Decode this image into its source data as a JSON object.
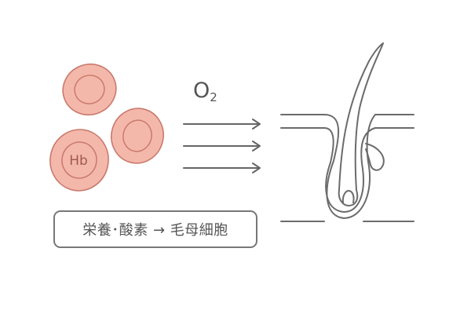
{
  "cells": [
    {
      "label": ""
    },
    {
      "label": ""
    },
    {
      "label": "Hb"
    }
  ],
  "flow": {
    "gas_label": "O",
    "gas_subscript": "2",
    "arrow_count": 3
  },
  "caption": {
    "text": "栄養･酸素 → 毛母細胞"
  },
  "colors": {
    "cell_fill": "#f4b8ab",
    "cell_stroke": "#c97a6d",
    "line": "#6b6b6b"
  }
}
